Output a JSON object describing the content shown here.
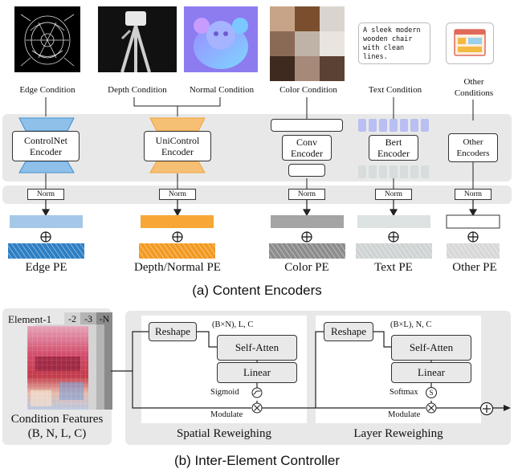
{
  "content_encoders": {
    "caption": "(a) Content Encoders",
    "conditions": [
      {
        "label": "Edge Condition",
        "encoder": "ControlNet Encoder",
        "pe": "Edge PE",
        "color": "#3f8fd0"
      },
      {
        "label": "Depth Condition",
        "encoder": "UniControl Encoder",
        "pe": "Depth/Normal PE",
        "color": "#f2a33a"
      },
      {
        "label": "Normal Condition"
      },
      {
        "label": "Color Condition",
        "encoder": "Conv Encoder",
        "pe": "Color PE",
        "color": "#9a9a9a"
      },
      {
        "label": "Text Condition",
        "encoder": "Bert Encoder",
        "pe": "Text PE",
        "color": "#d7dcdc"
      },
      {
        "label": "Other Conditions",
        "encoder": "Other Encoders",
        "pe": "Other PE",
        "color": "#ffffff"
      }
    ],
    "text_condition_sample": "A sleek modern wooden chair with clean lines.",
    "norm_label": "Norm",
    "plus_symbol": "⊕"
  },
  "controller": {
    "caption": "(b) Inter-Element Controller",
    "elements": [
      "Element-1",
      "-2",
      "-3",
      "-N"
    ],
    "condition_features": "Condition Features",
    "condition_shape": "(B, N, L, C)",
    "spatial": {
      "title": "Spatial Reweighing",
      "reshape": "Reshape",
      "shape": "(B×N), L, C",
      "attn": "Self-Atten",
      "linear": "Linear",
      "act": "Sigmoid",
      "modulate": "Modulate"
    },
    "layer": {
      "title": "Layer Reweighing",
      "reshape": "Reshape",
      "shape": "(B×L), N, C",
      "attn": "Self-Atten",
      "linear": "Linear",
      "act": "Softmax",
      "act_symbol": "S",
      "modulate": "Modulate"
    }
  }
}
